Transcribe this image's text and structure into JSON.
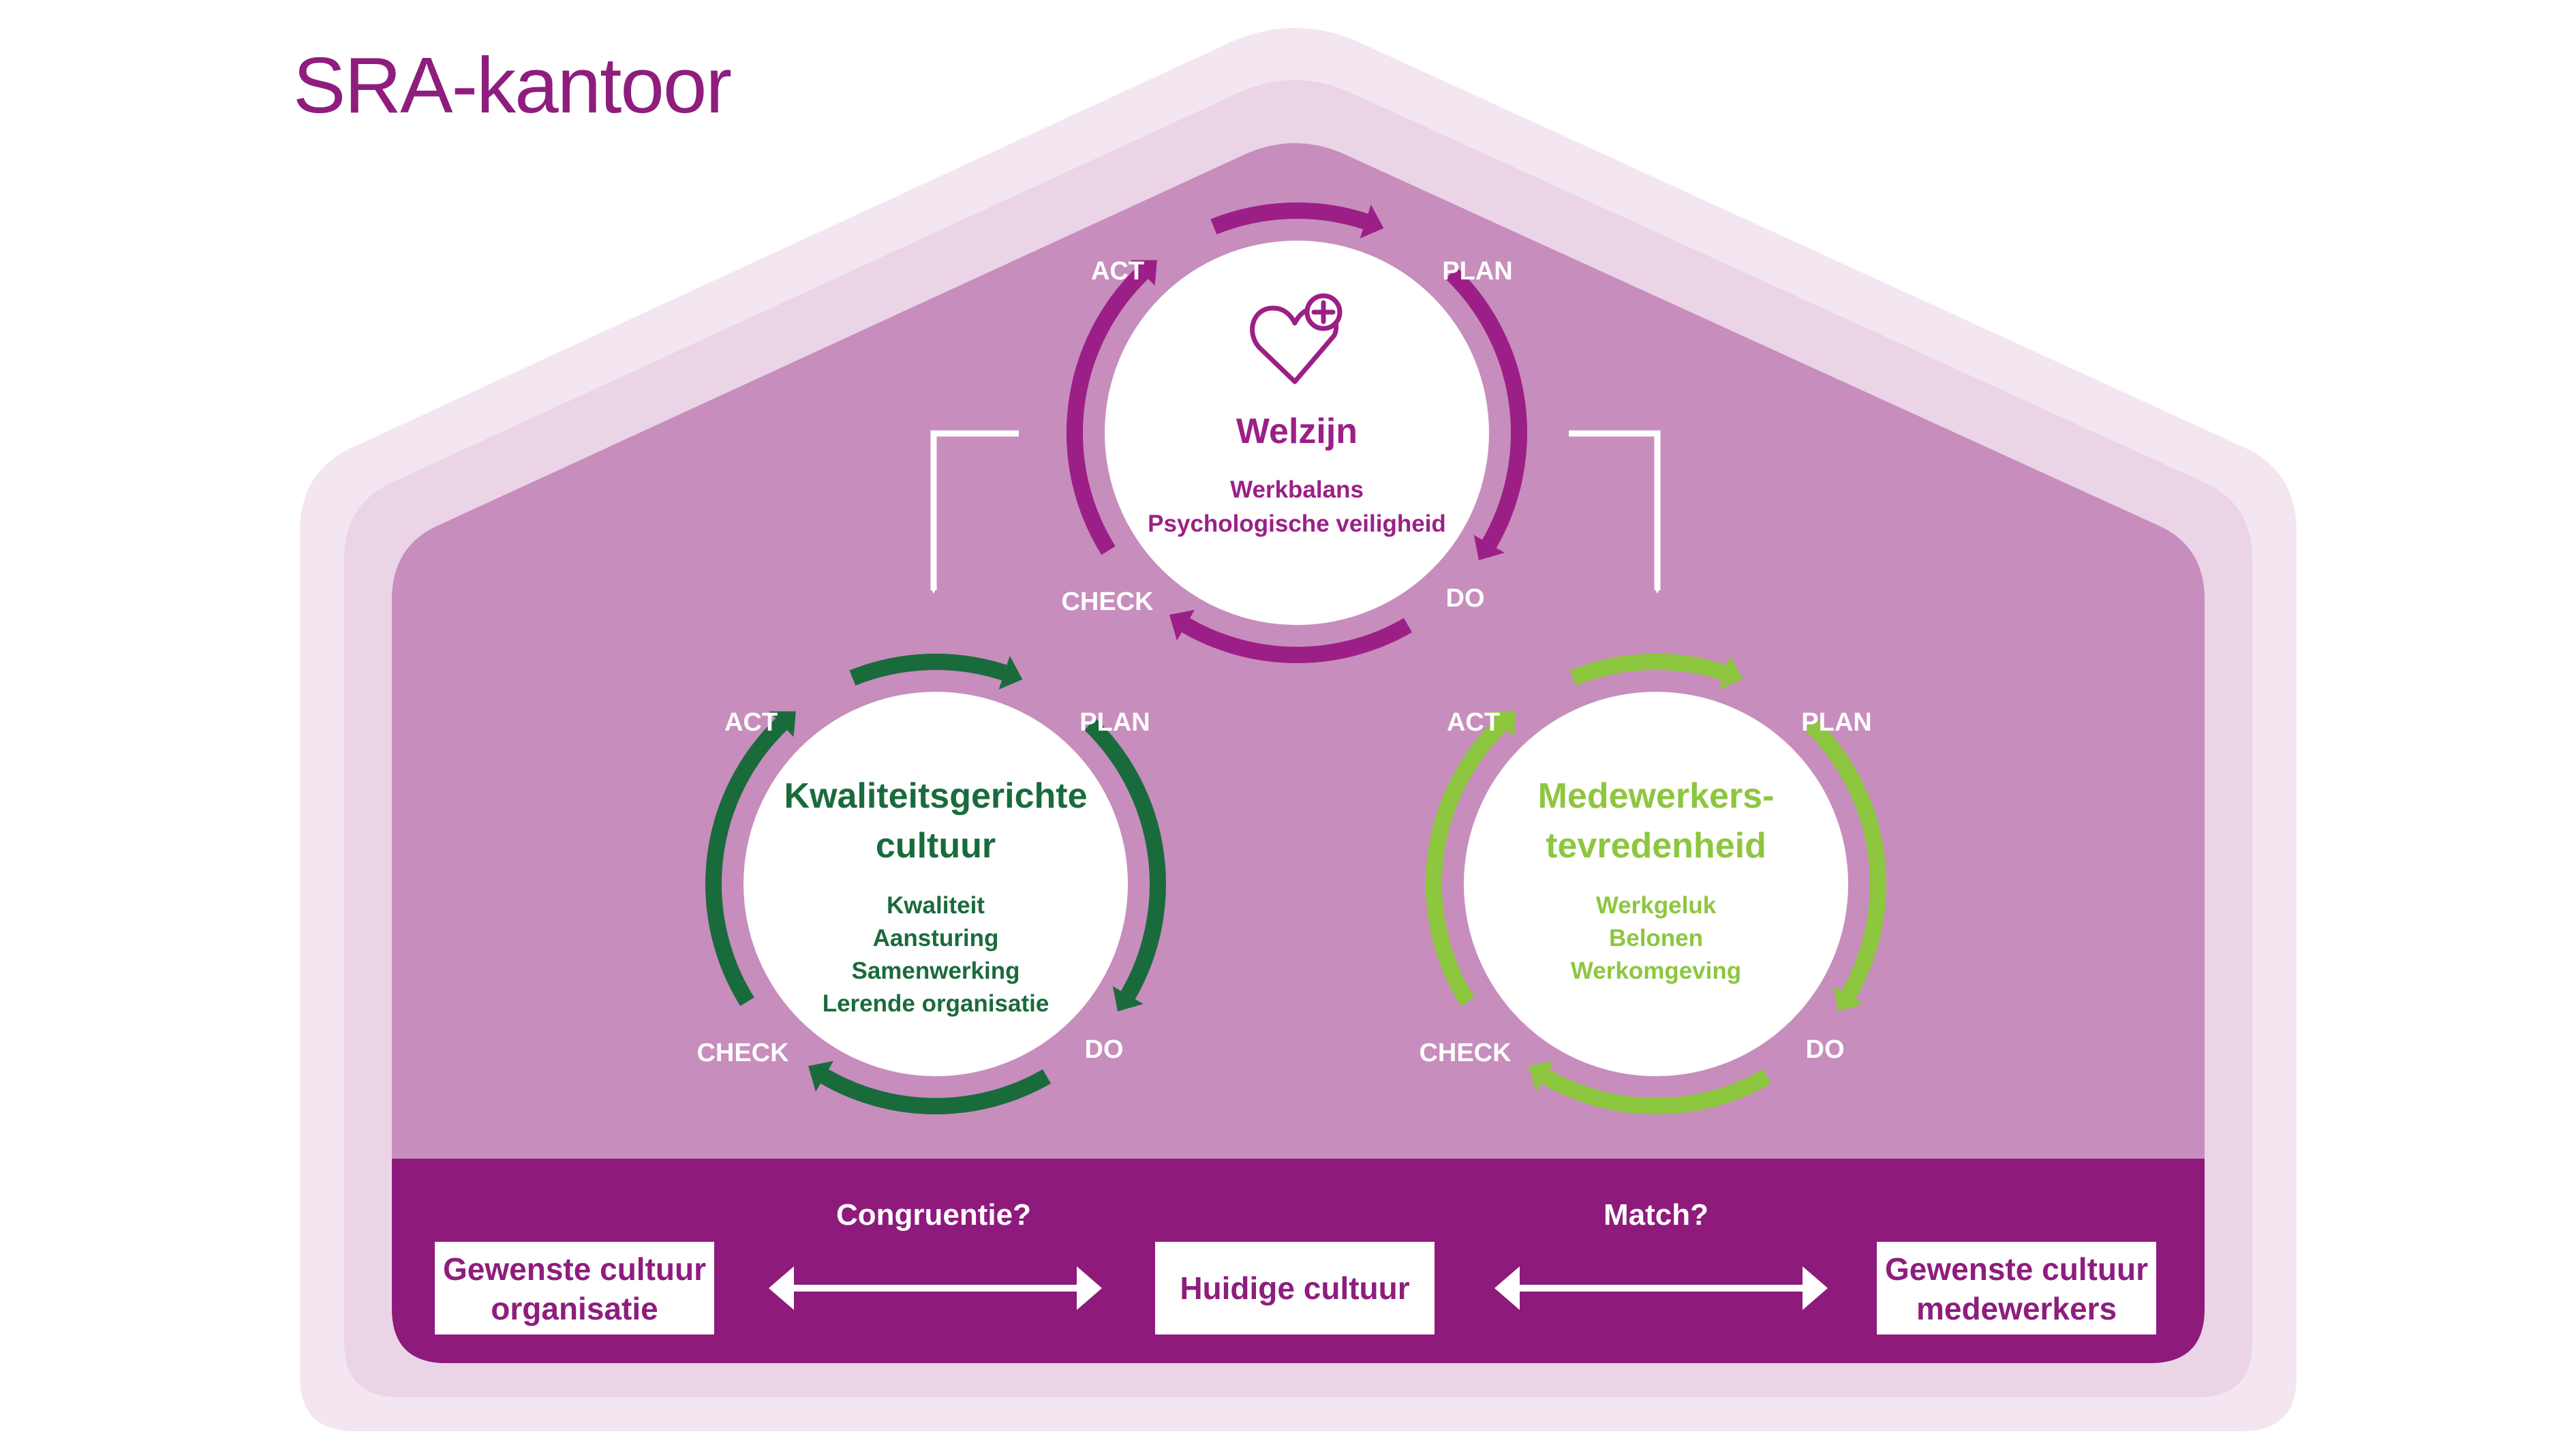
{
  "title": "SRA-kantoor",
  "colors": {
    "house_outer": "#f3e6f0",
    "house_middle": "#ead4e6",
    "house_inner": "#c78dbd",
    "foundation": "#8e1a7c",
    "welzijn": "#9c1f87",
    "kwaliteit": "#1a6b3c",
    "medewerkers": "#8dc63f"
  },
  "pdca": {
    "act": "ACT",
    "plan": "PLAN",
    "do": "DO",
    "check": "CHECK"
  },
  "cycles": {
    "welzijn": {
      "icon": "heart-plus-icon",
      "title": "Welzijn",
      "items": [
        "Werkbalans",
        "Psychologische veiligheid"
      ]
    },
    "kwaliteit": {
      "title_lines": [
        "Kwaliteitsgerichte",
        "cultuur"
      ],
      "items": [
        "Kwaliteit",
        "Aansturing",
        "Samenwerking",
        "Lerende organisatie"
      ]
    },
    "medewerkers": {
      "title_lines": [
        "Medewerkers-",
        "tevredenheid"
      ],
      "items": [
        "Werkgeluk",
        "Belonen",
        "Werkomgeving"
      ]
    }
  },
  "foundation": {
    "left_question": "Congruentie?",
    "right_question": "Match?",
    "boxes": {
      "left": [
        "Gewenste cultuur",
        "organisatie"
      ],
      "center": "Huidige cultuur",
      "right": [
        "Gewenste cultuur",
        "medewerkers"
      ]
    }
  }
}
